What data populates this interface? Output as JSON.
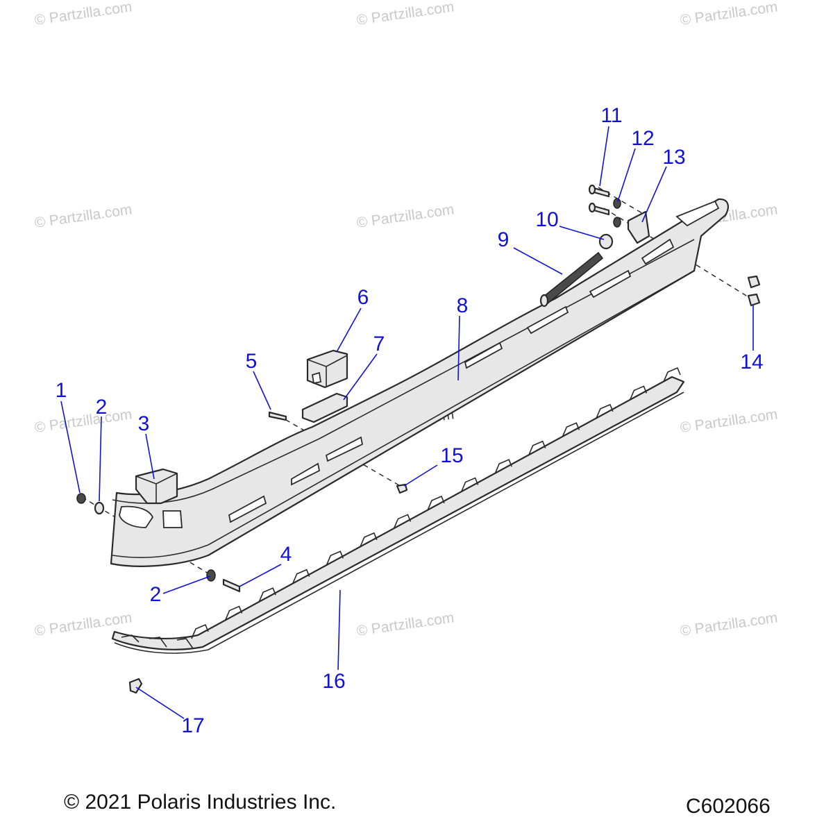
{
  "watermark_text": "© Partzilla.com",
  "copyright": "© 2021 Polaris Industries Inc.",
  "diagram_code": "C602066",
  "callouts": {
    "c1": "1",
    "c2a": "2",
    "c2b": "2",
    "c3": "3",
    "c4": "4",
    "c5": "5",
    "c6": "6",
    "c7": "7",
    "c8": "8",
    "c9": "9",
    "c10": "10",
    "c11": "11",
    "c12": "12",
    "c13": "13",
    "c14": "14",
    "c15": "15",
    "c16": "16",
    "c17": "17"
  },
  "colors": {
    "callout": "#1010d8",
    "line": "#2a2a2a",
    "watermark": "#c9c9c9"
  }
}
